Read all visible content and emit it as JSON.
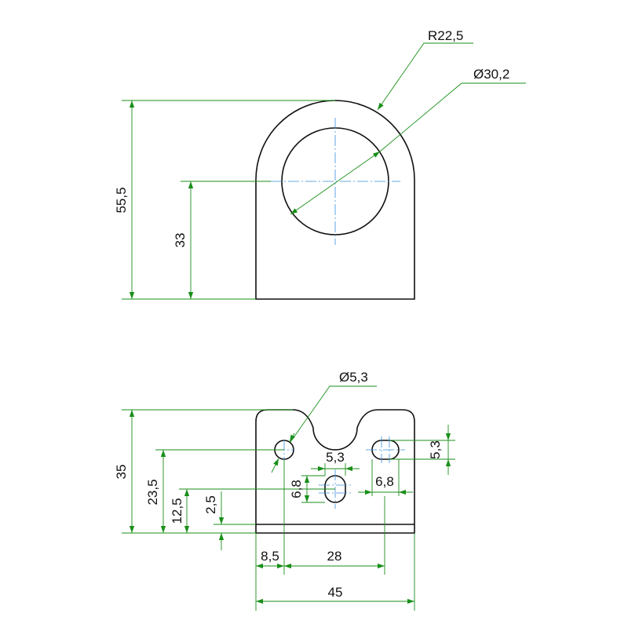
{
  "colors": {
    "part": "#111111",
    "dimension": "#1a8f1a",
    "centerline": "#3a8fd9"
  },
  "dimensions": {
    "front_radius": "R22,5",
    "front_bore_diameter": "Ø30,2",
    "front_total_height": "55,5",
    "front_center_height": "33",
    "bottom_hole_diameter": "Ø5,3",
    "bottom_total_height": "35",
    "bottom_hole_height_upper": "23,5",
    "bottom_hole_height_lower": "12,5",
    "bottom_base_thickness": "2,5",
    "slot_width_top": "5,3",
    "slot_width_right": "5,3",
    "slot_length_vertical": "6,8",
    "slot_length_horizontal": "6,8",
    "hole_offset_left": "8,5",
    "hole_spacing": "28",
    "overall_width": "45"
  }
}
